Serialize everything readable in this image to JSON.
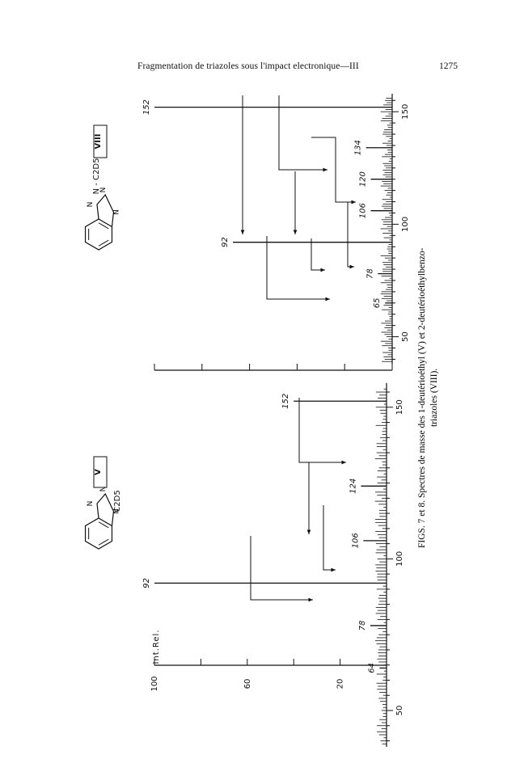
{
  "page": {
    "running_header": "Fragmentation de triazoles sous l'impact electronique—III",
    "page_number": "1275"
  },
  "caption": {
    "line1": "FIGS. 7 et 8. Spectres de masse des 1-deutérioéthyl (V) et 2-deutérioéthylbenzo-",
    "line2": "triazoles (VIII)."
  },
  "structures": {
    "V": {
      "label": "V",
      "atoms": [
        "N",
        "N",
        "N"
      ],
      "substituent": "C2D5"
    },
    "VIII": {
      "label": "VIII",
      "atoms": [
        "N",
        "N",
        "N"
      ],
      "substituent": "N - C2D5"
    }
  },
  "chart_data": [
    {
      "type": "bar",
      "figure": "V",
      "title": "",
      "ylabel": "Int.Rel.",
      "ylim": [
        0,
        100
      ],
      "yticks": [
        20,
        60,
        100
      ],
      "xlim": [
        38,
        158
      ],
      "xticks": [
        50,
        100,
        150
      ],
      "peaks": [
        {
          "mz": 92,
          "intensity": 100
        },
        {
          "mz": 152,
          "intensity": 40
        },
        {
          "mz": 124,
          "intensity": 11
        },
        {
          "mz": 106,
          "intensity": 10
        },
        {
          "mz": 78,
          "intensity": 7
        },
        {
          "mz": 64,
          "intensity": 3
        }
      ],
      "peak_labels": [
        "92",
        "152",
        "124",
        "106",
        "78",
        "64"
      ],
      "annotations": [
        "metastable transitions 152→124, 152→92, 124→92, 106→78, 92→64"
      ]
    },
    {
      "type": "bar",
      "figure": "VIII",
      "title": "",
      "ylabel": "",
      "ylim": [
        0,
        100
      ],
      "xlim": [
        38,
        158
      ],
      "xticks": [
        50,
        100,
        150
      ],
      "peaks": [
        {
          "mz": 152,
          "intensity": 100
        },
        {
          "mz": 92,
          "intensity": 67
        },
        {
          "mz": 134,
          "intensity": 11
        },
        {
          "mz": 120,
          "intensity": 9
        },
        {
          "mz": 106,
          "intensity": 9
        },
        {
          "mz": 78,
          "intensity": 6
        },
        {
          "mz": 65,
          "intensity": 3
        }
      ],
      "peak_labels": [
        "152",
        "92",
        "134",
        "120",
        "106",
        "78",
        "65"
      ],
      "annotations": [
        "metastable transitions 152→92, 152→120, 134→106, 120→92, 106→78, 92→65"
      ]
    }
  ]
}
